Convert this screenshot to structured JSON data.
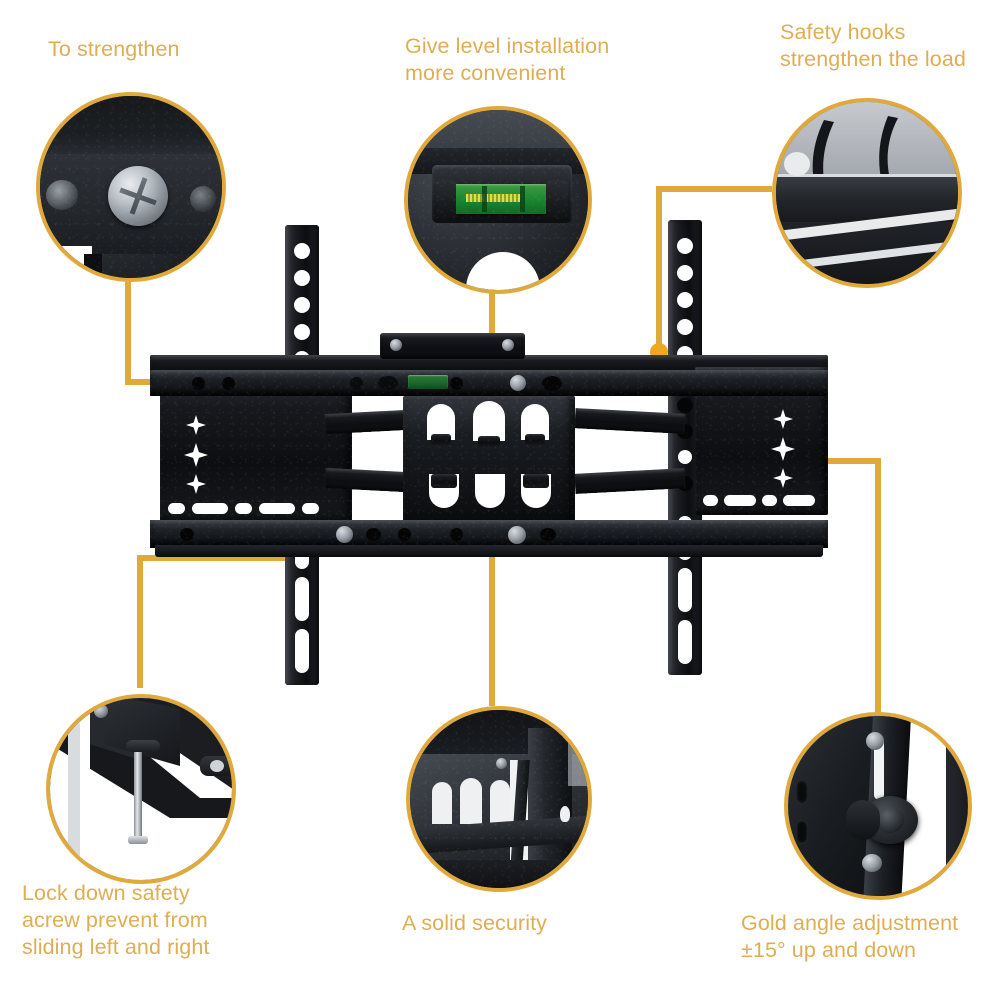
{
  "page": {
    "title": "TV Wall Mount Feature Infographic",
    "background_color": "#ffffff",
    "accent_color": "#e0a93b",
    "text_color": "#dfae52",
    "product_color": "#111315"
  },
  "callouts": [
    {
      "id": "to-strengthen",
      "label": "To strengthen",
      "position": "top-left",
      "detail_image": "close-up of a silver phillips screw head fastened through black steel bracket",
      "icon": "screw-icon"
    },
    {
      "id": "level-installation",
      "label": "Give level installation\nmore convenient",
      "position": "top-center",
      "detail_image": "close-up of a green bubble spirit level embedded in the black mount rail",
      "icon": "bubble-level-icon"
    },
    {
      "id": "safety-hooks",
      "label": "Safety hooks\nstrengthen the load",
      "position": "top-right",
      "detail_image": "close-up of two curved black safety hooks over the wall plate edge",
      "icon": "hook-icon"
    },
    {
      "id": "lock-down-screw",
      "label": "Lock down safety\nacrew prevent from\nsliding left and right",
      "position": "bottom-left",
      "detail_image": "close-up of a long silver lock-down safety screw pin under the bracket arm",
      "icon": "pin-screw-icon"
    },
    {
      "id": "solid-security",
      "label": "A solid security",
      "position": "bottom-center",
      "detail_image": "close-up of the reinforced arch cut-out center column of the articulating arm",
      "icon": "arch-frame-icon"
    },
    {
      "id": "angle-adjustment",
      "label": "Gold angle adjustment\n±15° up and down",
      "position": "bottom-right",
      "detail_image": "close-up of the black knurled tilt angle adjustment knob on the wall rail",
      "icon": "knob-icon"
    }
  ],
  "product": {
    "name": "full-motion articulating TV wall mount",
    "description": "Black powder coated steel TV wall mount with two side VESA plates, dual articulating arms, center pivot assembly and two vertical wall rails with mounting holes",
    "components": [
      "left VESA bracket plate",
      "right VESA bracket plate",
      "left vertical wall rail",
      "right vertical wall rail",
      "center articulating arm assembly",
      "spirit bubble level",
      "tilt adjustment knob"
    ]
  }
}
